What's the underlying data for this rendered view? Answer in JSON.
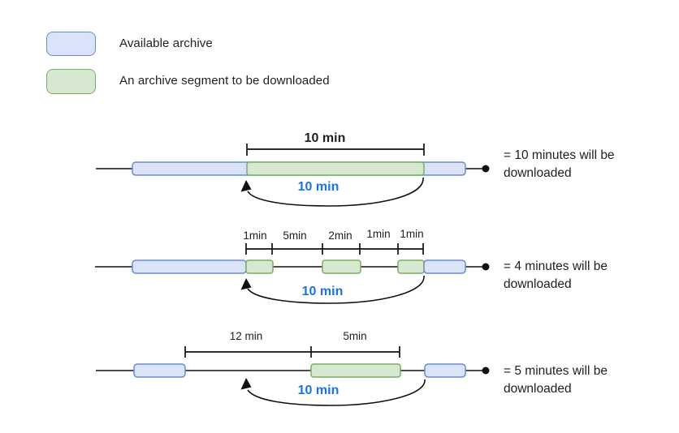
{
  "colors": {
    "archive_fill": "#d9e4f8",
    "archive_stroke": "#6a8ccb",
    "segment_fill": "#d6e8d0",
    "segment_stroke": "#7cad62",
    "accent_blue": "#1a73e8",
    "ink": "#1f1f1f",
    "line": "#111111"
  },
  "legend": {
    "items": [
      {
        "swatch": "available-archive",
        "label": "Available archive"
      },
      {
        "swatch": "segment-to-download",
        "label": "An archive segment to be downloaded"
      }
    ]
  },
  "diagrams": [
    {
      "span_labels": [
        "10 min"
      ],
      "rewind_label": "10 min",
      "result": "= 10 minutes will be downloaded"
    },
    {
      "span_labels": [
        "1min",
        "5min",
        "2min",
        "1min",
        "1min"
      ],
      "rewind_label": "10 min",
      "result": "= 4 minutes will be downloaded"
    },
    {
      "span_labels": [
        "12 min",
        "5min"
      ],
      "rewind_label": "10 min",
      "result": "= 5 minutes will be downloaded"
    }
  ]
}
